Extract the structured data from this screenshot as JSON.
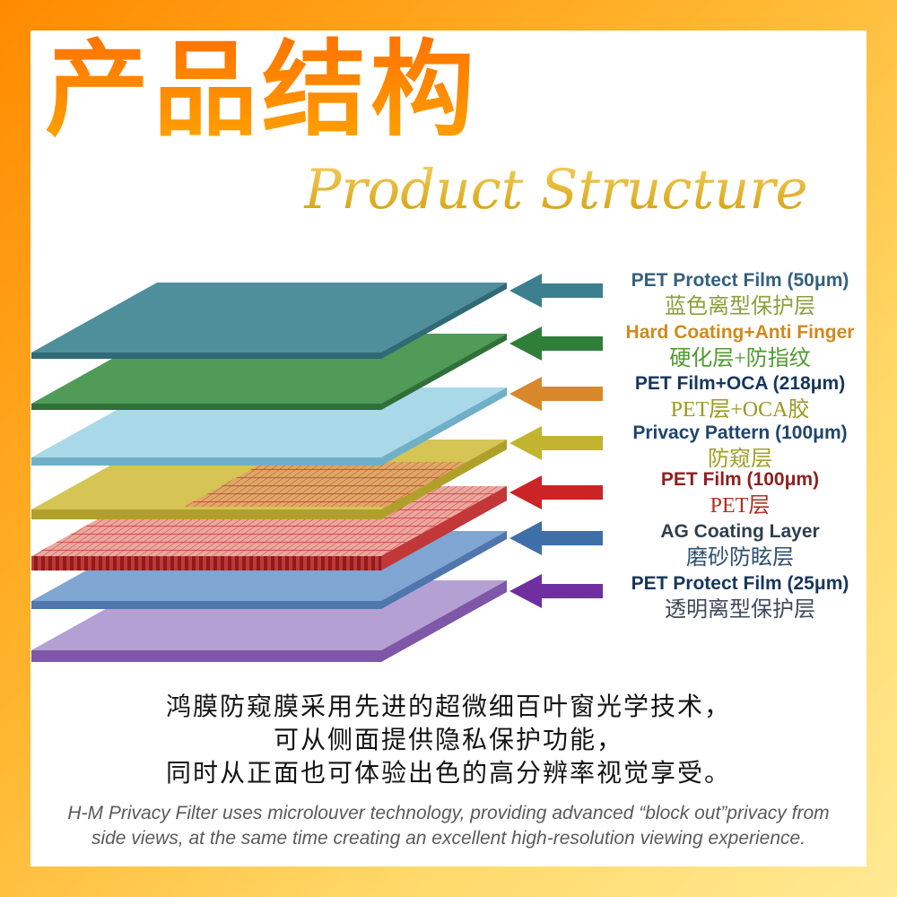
{
  "header": {
    "title_cjk": "产品结构",
    "title_en": "Product Structure"
  },
  "colors": {
    "frame_gradient": [
      "#ff8a00",
      "#ffb52e",
      "#ffe993"
    ],
    "title_gradient": [
      "#ff7300",
      "#ffa200"
    ],
    "subtitle_gradient": [
      "#f6d05c",
      "#d29e0e"
    ]
  },
  "layers": [
    {
      "en": "PET Protect Film (50μm)",
      "cjk": "蓝色离型保护层",
      "en_color": "#33607f",
      "cjk_color": "#8aa03c",
      "face": "#4f8f9b",
      "edge": "#2f6a76",
      "arrow": "#3c7f8f"
    },
    {
      "en": "Hard Coating+Anti Finger",
      "cjk": "硬化层+防指纹",
      "en_color": "#cf8a1e",
      "cjk_color": "#4f9a2f",
      "face": "#4f9b57",
      "edge": "#2f7038",
      "arrow": "#2f7f38"
    },
    {
      "en": "PET Film+OCA (218μm)",
      "cjk": "PET层+OCA胶",
      "en_color": "#17365d",
      "cjk_color": "#9a9a20",
      "face": "#a9d9e9",
      "edge": "#6fb0c8",
      "arrow": "#d8882a"
    },
    {
      "en": "Privacy Pattern (100μm)",
      "cjk": "防窥层",
      "en_color": "#1f456d",
      "cjk_color": "#a0a028",
      "face": "#d6c455",
      "edge": "#b0a02a",
      "arrow": "#c2b42e"
    },
    {
      "en": "PET Film (100μm)",
      "cjk": "PET层",
      "en_color": "#8f1f1f",
      "cjk_color": "#b03020",
      "face": "#eda79e",
      "edge": "#c23737",
      "arrow": "#cc2424"
    },
    {
      "en": "AG Coating Layer",
      "cjk": "磨砂防眩层",
      "en_color": "#2f3f4f",
      "cjk_color": "#2f4f6f",
      "face": "#7fa6d2",
      "edge": "#4f76ad",
      "arrow": "#3f6fa8"
    },
    {
      "en": "PET Protect Film (25μm)",
      "cjk": "透明离型保护层",
      "en_color": "#17365d",
      "cjk_color": "#3f4a5a",
      "face": "#b4a0d2",
      "edge": "#7e57a8",
      "arrow": "#6f2fa0"
    }
  ],
  "description": {
    "cjk_lines": [
      "鸿膜防窥膜采用先进的超微细百叶窗光学技术，",
      "可从侧面提供隐私保护功能，",
      "同时从正面也可体验出色的高分辨率视觉享受。"
    ],
    "en_lines": [
      "H-M Privacy Filter uses microlouver technology, providing advanced “block out”privacy from",
      "side views, at the same time creating an excellent high-resolution viewing experience."
    ]
  }
}
